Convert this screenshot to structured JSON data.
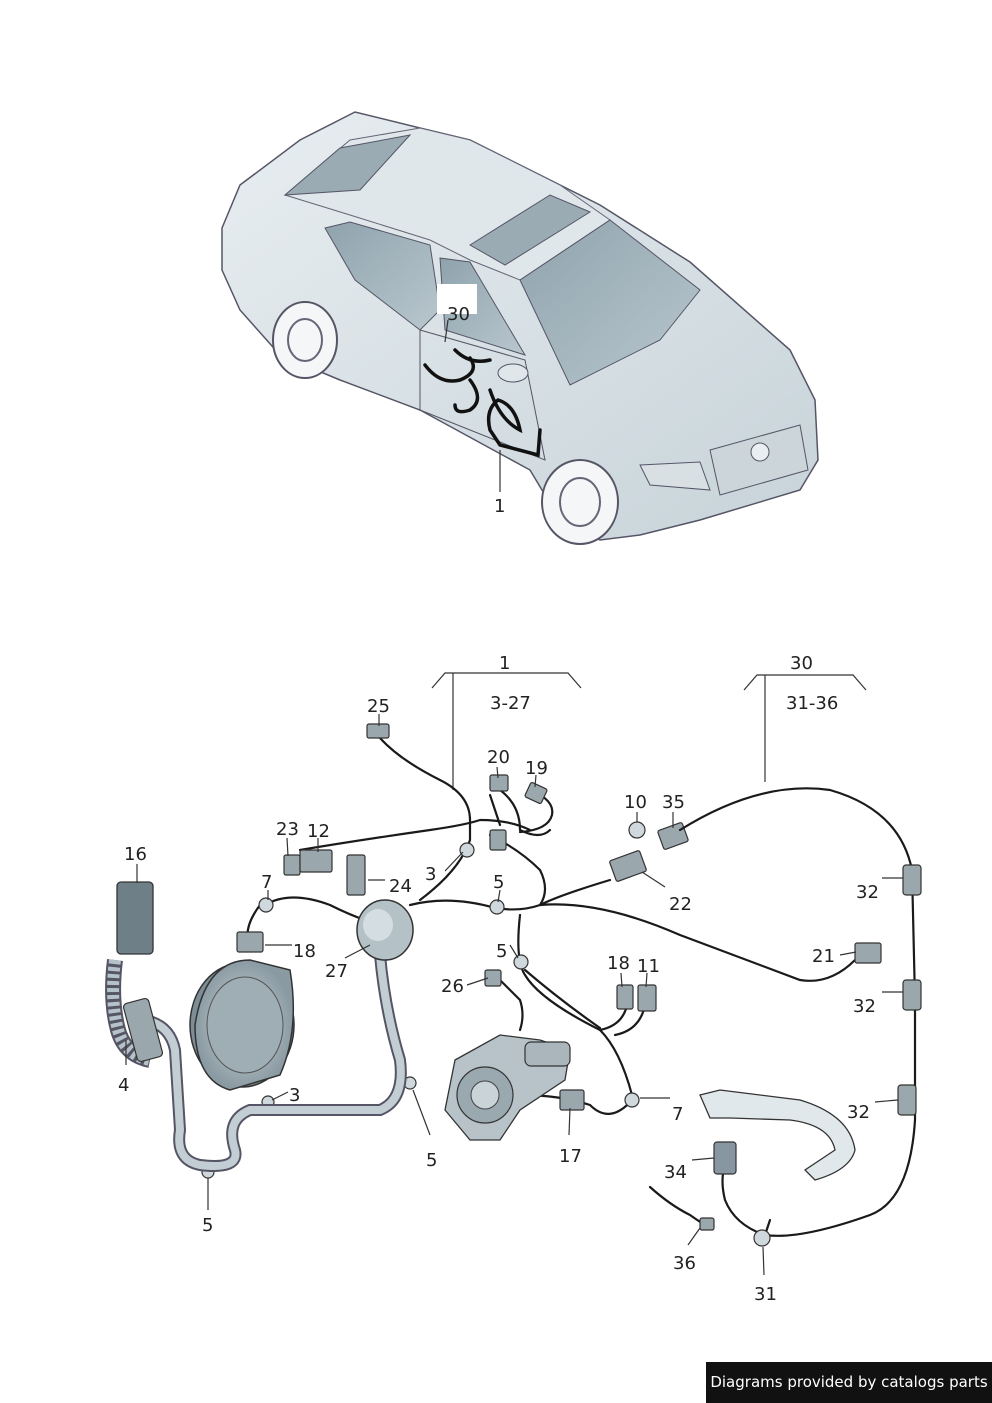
{
  "car_callouts": [
    "30",
    "1"
  ],
  "assembly_groups": [
    {
      "label": "1",
      "range": "3-27"
    },
    {
      "label": "30",
      "range": "31-36"
    }
  ],
  "part_callouts": [
    "25",
    "20",
    "19",
    "23",
    "12",
    "3",
    "24",
    "16",
    "7",
    "5",
    "18",
    "27",
    "26",
    "5",
    "18",
    "11",
    "4",
    "3",
    "5",
    "5",
    "17",
    "7",
    "10",
    "35",
    "22",
    "32",
    "21",
    "32",
    "32",
    "34",
    "36",
    "31"
  ],
  "footer": {
    "text": "Diagrams provided by catalogs parts"
  }
}
